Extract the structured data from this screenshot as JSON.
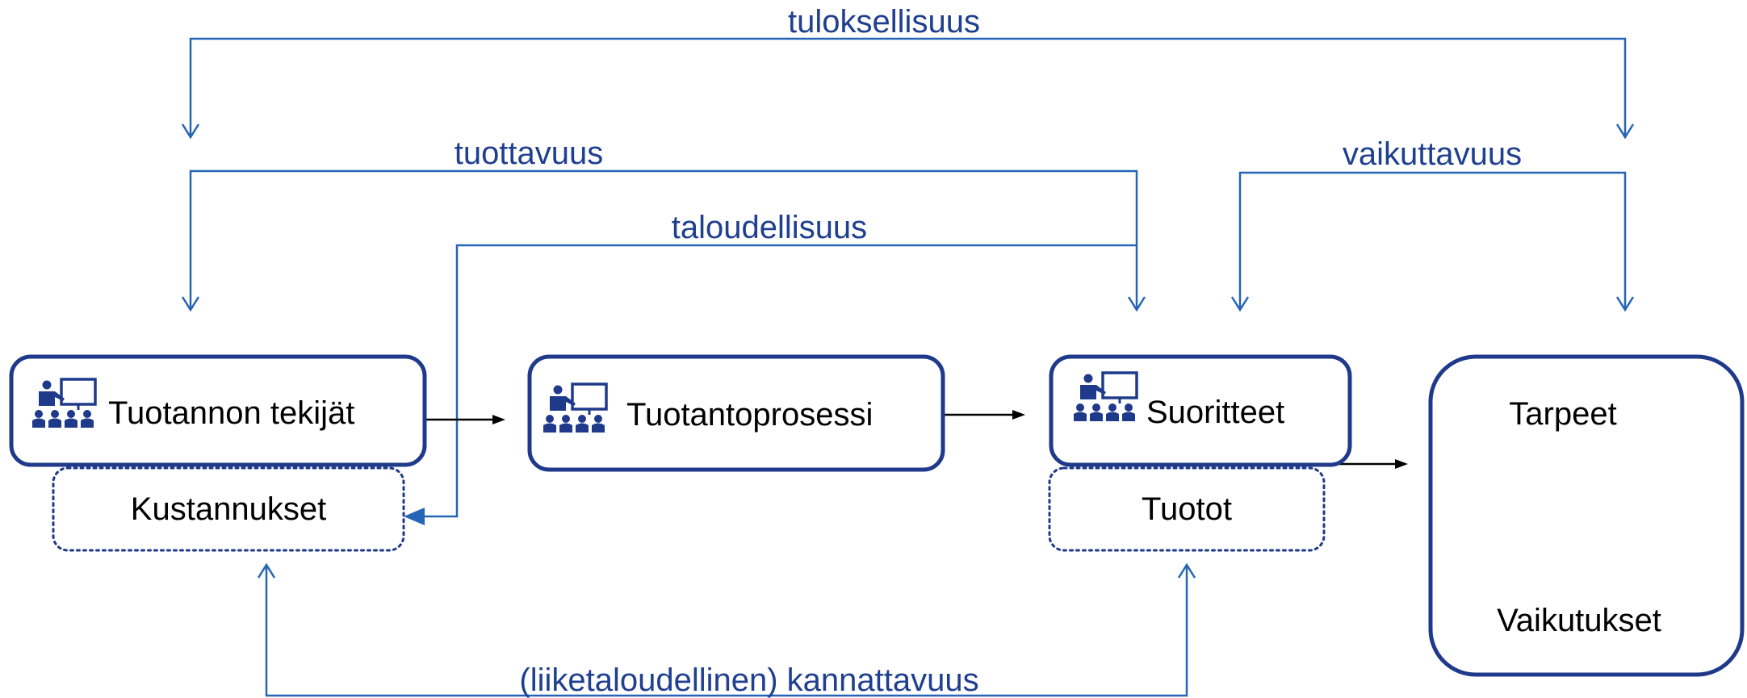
{
  "colors": {
    "label_blue": "#1f3f8f",
    "connector_blue": "#2565b5",
    "box_border": "#1f3a8a",
    "icon_navy": "#1f3a8a"
  },
  "labels": {
    "tuloksellisuus": "tuloksellisuus",
    "tuottavuus": "tuottavuus",
    "taloudellisuus": "taloudellisuus",
    "vaikuttavuus": "vaikuttavuus",
    "kannattavuus": "(liiketaloudellinen) kannattavuus"
  },
  "boxes": {
    "tekijat": "Tuotannon tekijät",
    "kustannukset": "Kustannukset",
    "prosessi": "Tuotantoprosessi",
    "suoritteet": "Suoritteet",
    "tuotot": "Tuotot",
    "tarpeet": "Tarpeet",
    "vaikutukset": "Vaikutukset"
  },
  "icons": {
    "people": "presentation-audience-icon"
  }
}
